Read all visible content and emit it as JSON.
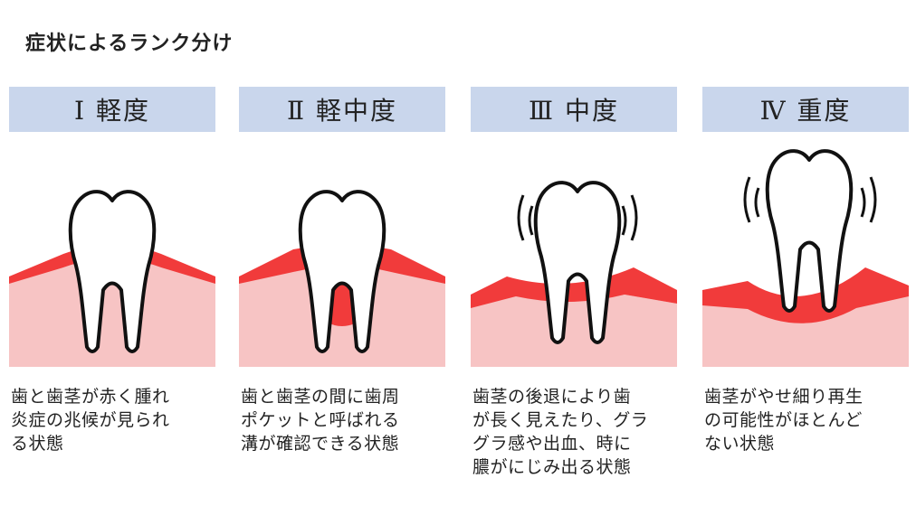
{
  "title": "症状によるランク分け",
  "colors": {
    "header_bg": "#c9d6ec",
    "gum_light": "#f7c4c4",
    "gum_inflamed": "#f13b3b",
    "tooth_fill": "#ffffff",
    "outline": "#111111"
  },
  "stages": [
    {
      "label": "Ⅰ 軽度",
      "lines": [
        "歯と歯茎が赤く腫れ",
        "炎症の兆候が見られ",
        "る状態"
      ]
    },
    {
      "label": "Ⅱ 軽中度",
      "lines": [
        "歯と歯茎の間に歯周",
        "ポケットと呼ばれる",
        "溝が確認できる状態"
      ]
    },
    {
      "label": "Ⅲ 中度",
      "lines": [
        "歯茎の後退により歯",
        "が長く見えたり、グラ",
        "グラ感や出血、時に",
        "膿がにじみ出る状態"
      ]
    },
    {
      "label": "Ⅳ 重度",
      "lines": [
        "歯茎がやせ細り再生",
        "の可能性がほとんど",
        "ない状態"
      ]
    }
  ]
}
